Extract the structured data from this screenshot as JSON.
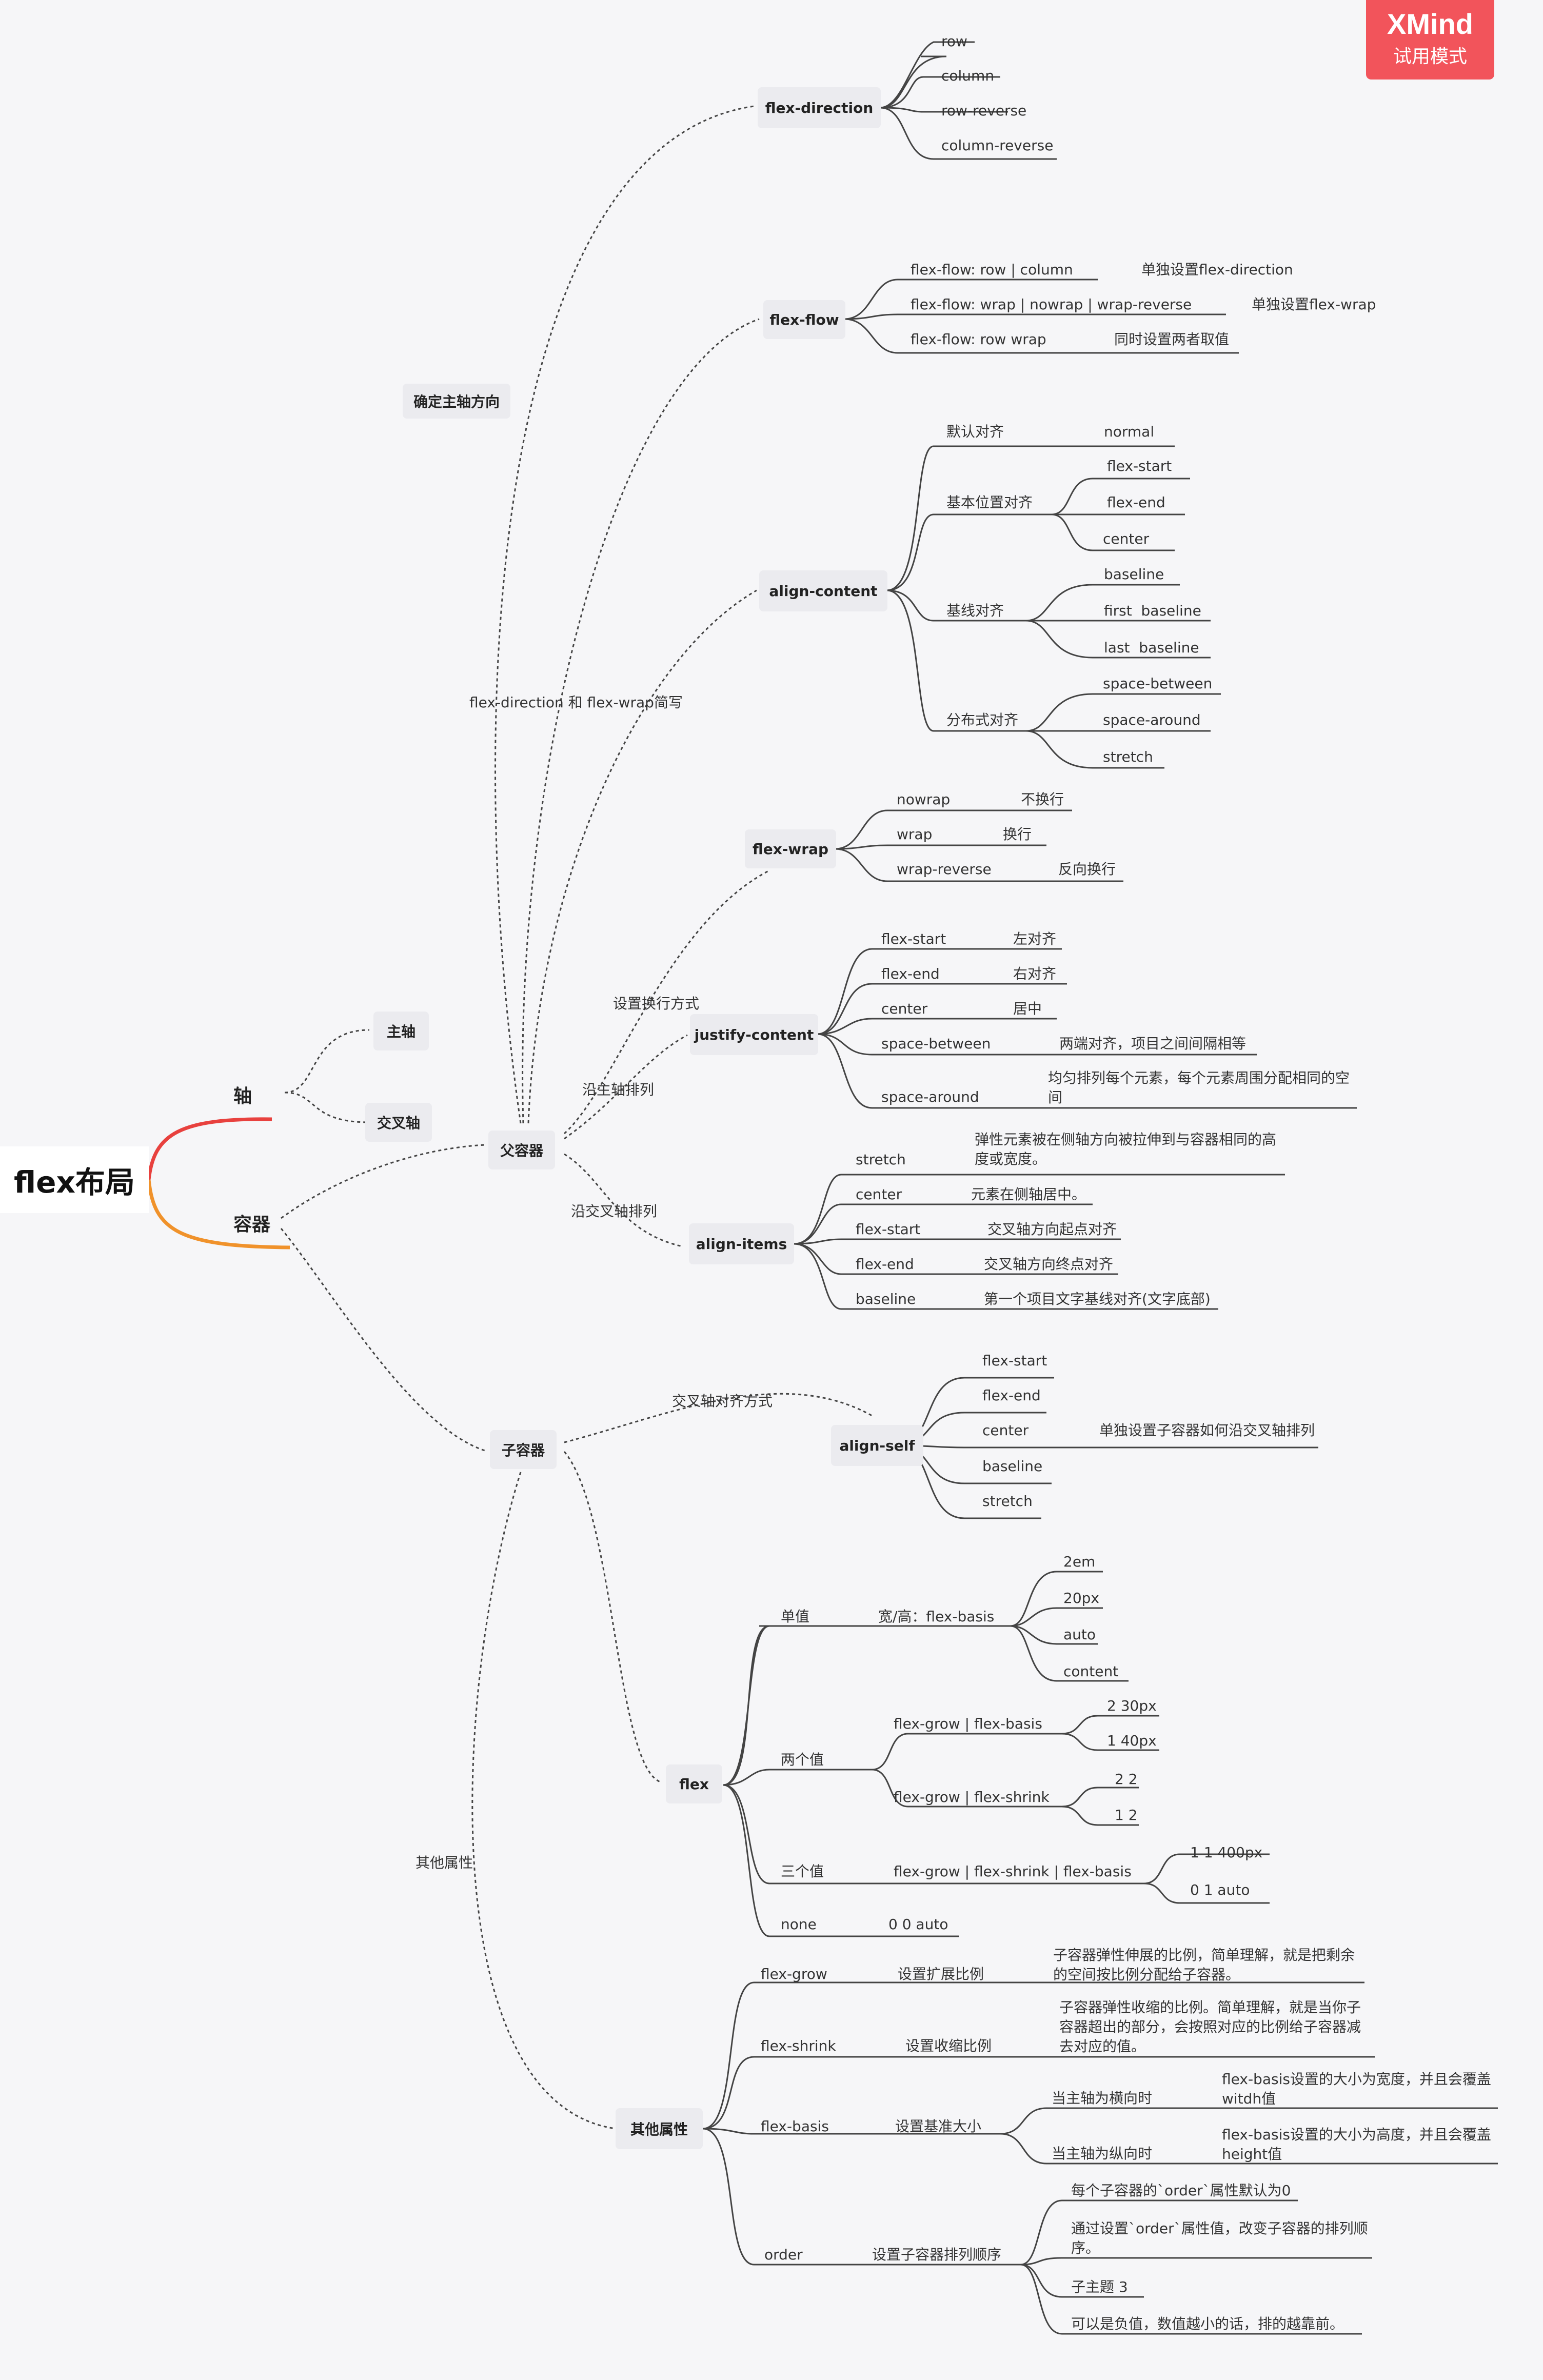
{
  "badge": {
    "logo": "XMind",
    "mode": "试用模式"
  },
  "root": "flex布局",
  "axis": {
    "label": "轴",
    "main": "主轴",
    "cross": "交叉轴"
  },
  "container": {
    "label": "容器",
    "parent": "父容器",
    "child": "子容器"
  },
  "edge_labels": {
    "main_dir": "确定主轴方向",
    "shorthand": "flex-direction 和 flex-wrap简写",
    "wrap_mode": "设置换行方式",
    "main_align": "沿主轴排列",
    "cross_align": "沿交叉轴排列",
    "self_align": "交叉轴对齐方式",
    "other": "其他属性"
  },
  "flex_direction": {
    "title": "flex-direction",
    "items": [
      "row",
      "column",
      "row-reverse",
      "column-reverse"
    ]
  },
  "flex_flow": {
    "title": "flex-flow",
    "items": [
      {
        "value": "flex-flow: row | column",
        "note": "单独设置flex-direction"
      },
      {
        "value": "flex-flow: wrap | nowrap | wrap-reverse",
        "note": "单独设置flex-wrap"
      },
      {
        "value": "flex-flow: row wrap",
        "note": "同时设置两者取值"
      }
    ]
  },
  "align_content": {
    "title": "align-content",
    "groups": [
      {
        "label": "默认对齐",
        "values": [
          "normal"
        ]
      },
      {
        "label": "基本位置对齐",
        "values": [
          "flex-start",
          "flex-end",
          "center"
        ]
      },
      {
        "label": "基线对齐",
        "values": [
          "baseline",
          "first  baseline",
          "last  baseline"
        ]
      },
      {
        "label": "分布式对齐",
        "values": [
          "space-between",
          "space-around",
          "stretch"
        ]
      }
    ]
  },
  "flex_wrap": {
    "title": "flex-wrap",
    "items": [
      {
        "value": "nowrap",
        "note": "不换行"
      },
      {
        "value": "wrap",
        "note": "换行"
      },
      {
        "value": "wrap-reverse",
        "note": "反向换行"
      }
    ]
  },
  "justify_content": {
    "title": "justify-content",
    "items": [
      {
        "value": "flex-start",
        "note": "左对齐"
      },
      {
        "value": "flex-end",
        "note": "右对齐"
      },
      {
        "value": "center",
        "note": "居中"
      },
      {
        "value": "space-between",
        "note": "两端对齐，项目之间间隔相等"
      },
      {
        "value": "space-around",
        "note": "均匀排列每个元素，每个元素周围分配相同的空间"
      }
    ]
  },
  "align_items": {
    "title": "align-items",
    "items": [
      {
        "value": "stretch",
        "note": "弹性元素被在侧轴方向被拉伸到与容器相同的高度或宽度。"
      },
      {
        "value": "center",
        "note": "元素在侧轴居中。"
      },
      {
        "value": "flex-start",
        "note": "交叉轴方向起点对齐"
      },
      {
        "value": "flex-end",
        "note": "交叉轴方向终点对齐"
      },
      {
        "value": "baseline",
        "note": "第一个项目文字基线对齐(文字底部)"
      }
    ]
  },
  "align_self": {
    "title": "align-self",
    "items": [
      "flex-start",
      "flex-end",
      "center",
      "baseline",
      "stretch"
    ],
    "note": "单独设置子容器如何沿交叉轴排列"
  },
  "flex": {
    "title": "flex",
    "single": {
      "label": "单值",
      "desc": "宽/高：flex-basis",
      "values": [
        "2em",
        "20px",
        "auto",
        "content"
      ]
    },
    "double": {
      "label": "两个值",
      "rows": [
        {
          "desc": "flex-grow | flex-basis",
          "values": [
            "2 30px",
            "1 40px"
          ]
        },
        {
          "desc": "flex-grow | flex-shrink",
          "values": [
            "2 2",
            "1 2"
          ]
        }
      ]
    },
    "triple": {
      "label": "三个值",
      "desc": "flex-grow | flex-shrink | flex-basis",
      "values": [
        "1 1 400px",
        "0 1 auto"
      ]
    },
    "none": {
      "label": "none",
      "value": "0 0 auto"
    }
  },
  "other": {
    "title": "其他属性",
    "grow": {
      "label": "flex-grow",
      "desc": "设置扩展比例",
      "note": "子容器弹性伸展的比例，简单理解，就是把剩余的空间按比例分配给子容器。"
    },
    "shrink": {
      "label": "flex-shrink",
      "desc": "设置收缩比例",
      "note": "子容器弹性收缩的比例。简单理解，就是当你子容器超出的部分，会按照对应的比例给子容器减去对应的值。"
    },
    "basis": {
      "label": "flex-basis",
      "desc": "设置基准大小",
      "rows": [
        {
          "when": "当主轴为横向时",
          "note": "flex-basis设置的大小为宽度，并且会覆盖witdh值"
        },
        {
          "when": "当主轴为纵向时",
          "note": "flex-basis设置的大小为高度，并且会覆盖height值"
        }
      ]
    },
    "order": {
      "label": "order",
      "desc": "设置子容器排列顺序",
      "notes": [
        "每个子容器的`order`属性默认为0",
        "通过设置`order`属性值，改变子容器的排列顺序。",
        "子主题 3",
        "可以是负值，数值越小的话，排的越靠前。"
      ]
    }
  },
  "colors": {
    "axis_branch": "#e8413e",
    "container_branch": "#f0922b",
    "badge": "#f2545b",
    "line": "#444444",
    "topic_bg": "#ebebef"
  }
}
